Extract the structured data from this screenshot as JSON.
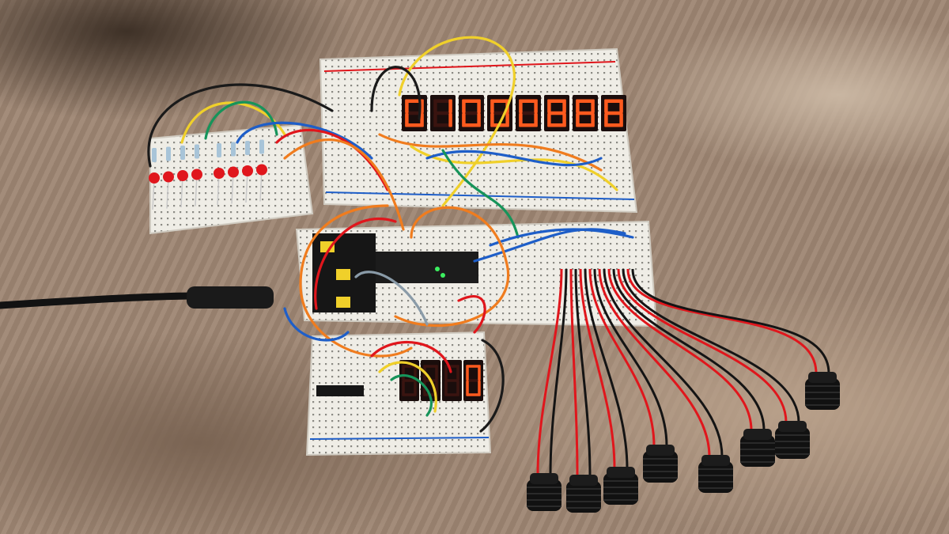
{
  "scene": {
    "subject": "breadboard-electronics-project",
    "eight_digit_display": {
      "digits": [
        "0",
        "1",
        "0",
        "0",
        "0",
        "8",
        "8",
        "8"
      ],
      "color": "#ff5a1e"
    },
    "four_digit_display": {
      "digits": [
        "1",
        "1",
        "1",
        "0"
      ],
      "lit": [
        false,
        false,
        false,
        true
      ],
      "color": "#ff5a1e"
    },
    "led_count": 8,
    "led_color": "#e0161c",
    "button_count": 8,
    "carpet_color": "#9e8673",
    "breadboard_color": "#efede6",
    "wire_colors": [
      "#f0d02a",
      "#1e5ec8",
      "#e0161c",
      "#1a1a1a",
      "#f07c1e",
      "#16945a",
      "#8a9ba8"
    ]
  }
}
